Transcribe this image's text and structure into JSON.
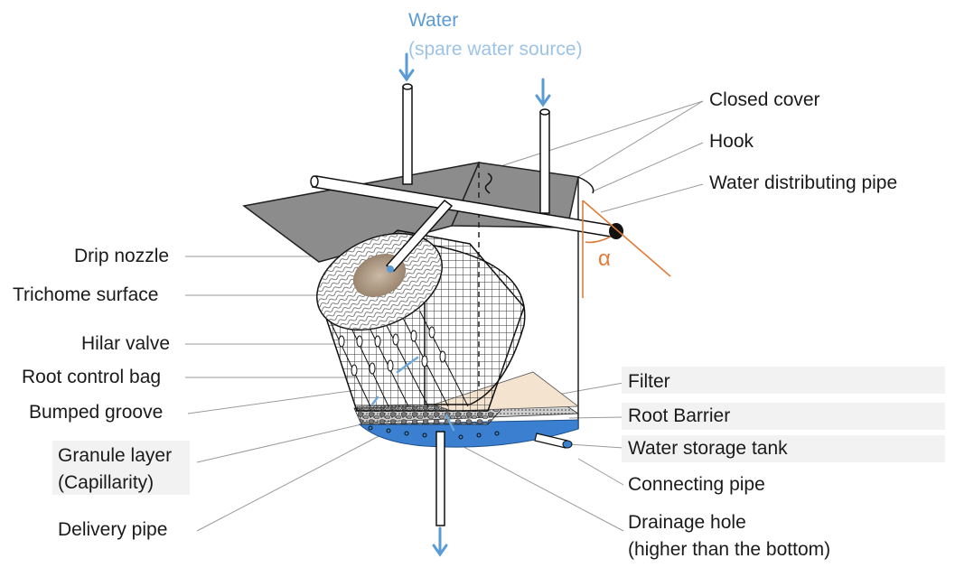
{
  "labels": {
    "water": "Water",
    "spare_water_source": "(spare water source)",
    "closed_cover": "Closed cover",
    "hook": "Hook",
    "water_distributing_pipe": "Water distributing pipe",
    "alpha": "α",
    "drip_nozzle": "Drip nozzle",
    "trichome_surface": "Trichome surface",
    "hilar_valve": "Hilar valve",
    "root_control_bag": "Root control bag",
    "bumped_groove": "Bumped groove",
    "granule_layer": "Granule layer",
    "capillarity": "(Capillarity)",
    "delivery_pipe": "Delivery pipe",
    "filter": "Filter",
    "root_barrier": "Root Barrier",
    "water_storage_tank": "Water storage tank",
    "connecting_pipe": "Connecting pipe",
    "drainage_hole": "Drainage hole",
    "drainage_hole_note": "(higher than the bottom)"
  },
  "colors": {
    "water_arrow": "#5b9bd5",
    "water_tank": "#3a7fd0",
    "cover_gray": "#8c8c8c",
    "angle_orange": "#e07b39",
    "filter_fill": "#f4e3cf",
    "leader_line": "#9a9a9a"
  }
}
